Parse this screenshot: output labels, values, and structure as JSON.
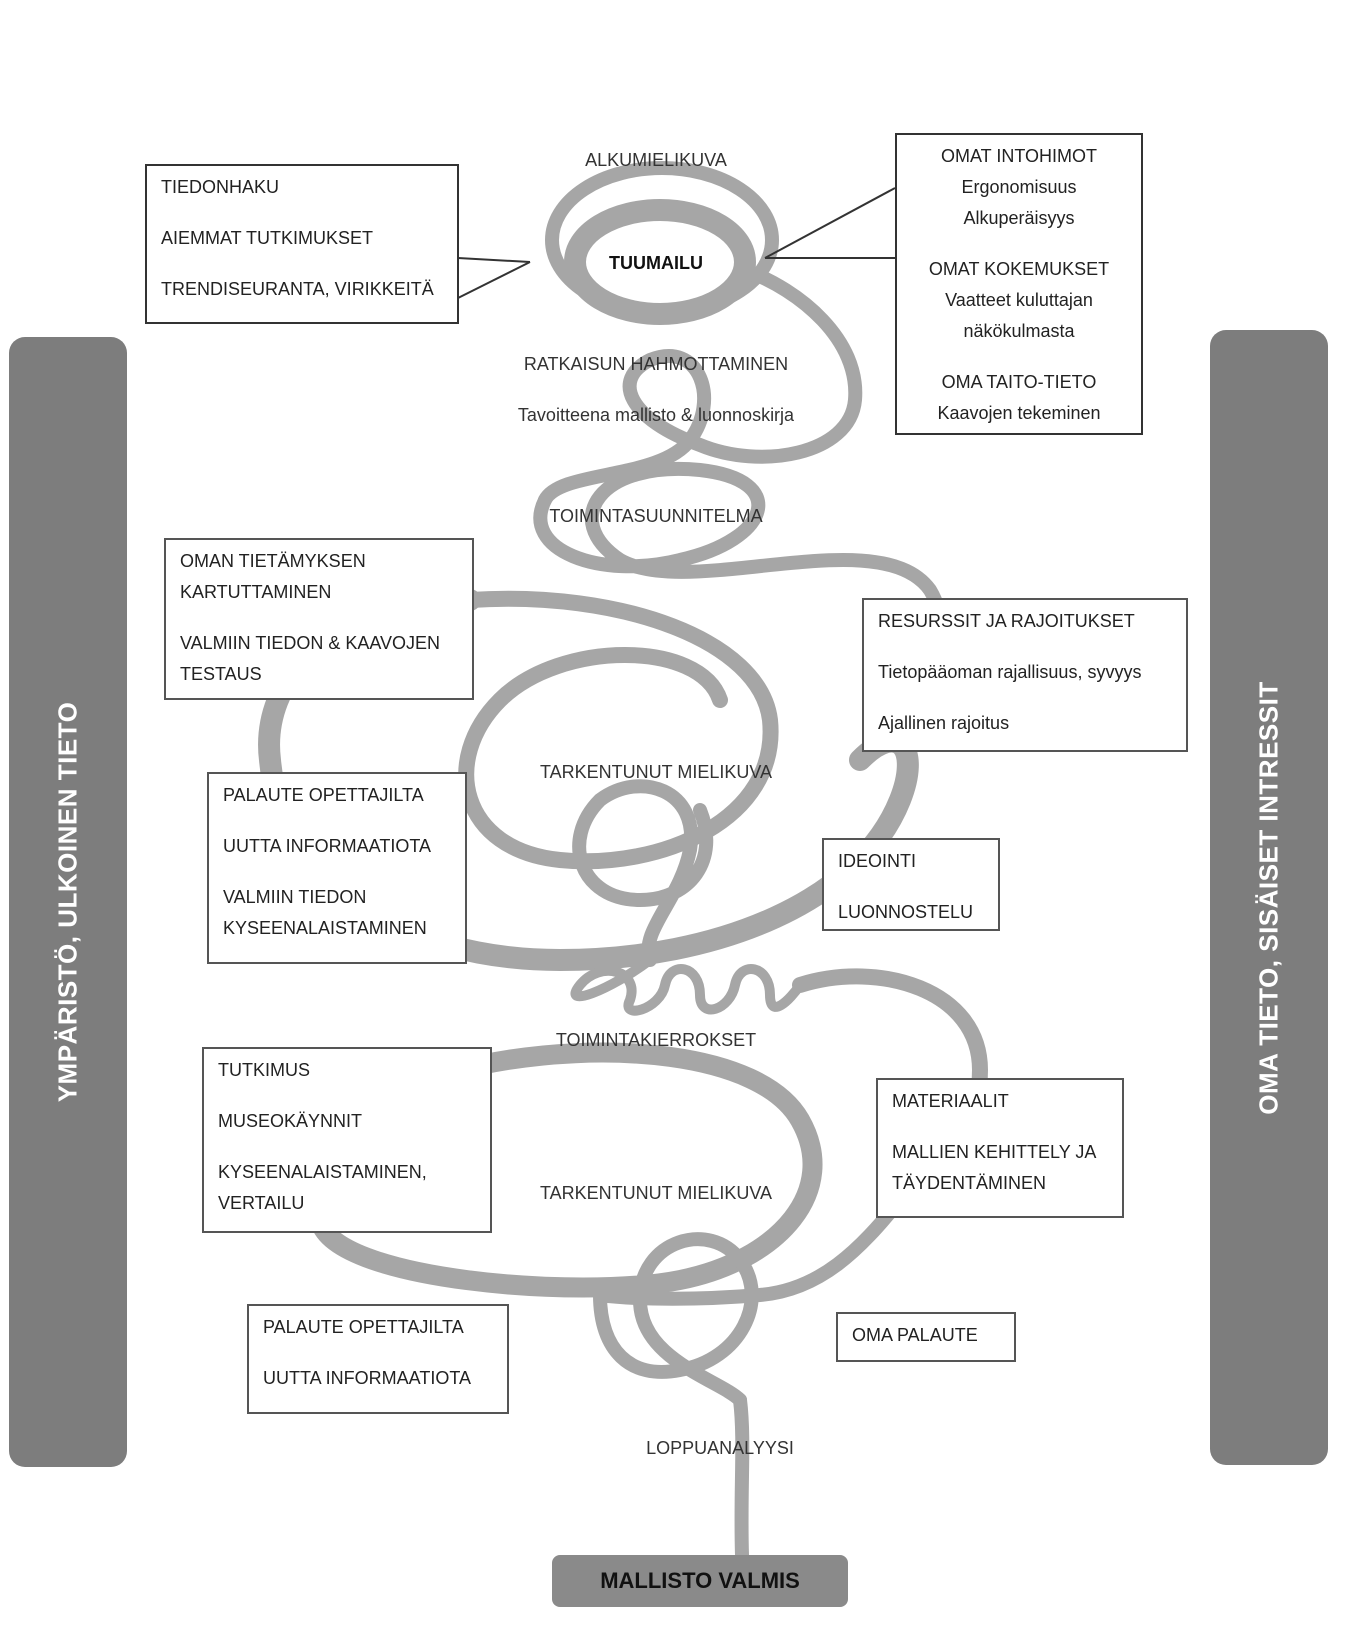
{
  "sidebars": {
    "left": "YMPÄRISTÖ, ULKOINEN TIETO",
    "right": "OMA TIETO, SISÄISET INTRESSIT"
  },
  "stages": {
    "alkumielikuva": "ALKUMIELIKUVA",
    "tuumailu": "TUUMAILU",
    "ratkaisun_hahmottaminen": "RATKAISUN HAHMOTTAMINEN",
    "tavoitteena": "Tavoitteena mallisto & luonnoskirja",
    "toimintasuunnitelma": "TOIMINTASUUNNITELMA",
    "tarkentunut_1": "TARKENTUNUT MIELIKUVA",
    "toimintakierrokset": "TOIMINTAKIERROKSET",
    "tarkentunut_2": "TARKENTUNUT MIELIKUVA",
    "loppuanalyysi": "LOPPUANALYYSI",
    "mallisto_valmis": "MALLISTO VALMIS"
  },
  "boxes": {
    "tiedonhaku": [
      "TIEDONHAKU",
      "AIEMMAT TUTKIMUKSET",
      "TRENDISEURANTA, VIRIKKEITÄ"
    ],
    "omat": [
      "OMAT INTOHIMOT",
      "Ergonomisuus",
      "Alkuperäisyys",
      "OMAT KOKEMUKSET",
      "Vaatteet kuluttajan",
      "näkökulmasta",
      "OMA TAITO-TIETO",
      "Kaavojen tekeminen"
    ],
    "oman_tietamyksen": [
      "OMAN TIETÄMYKSEN",
      "KARTUTTAMINEN",
      "VALMIIN TIEDON & KAAVOJEN",
      "TESTAUS"
    ],
    "resurssit": [
      "RESURSSIT JA RAJOITUKSET",
      "Tietopääoman rajallisuus, syvyys",
      "Ajallinen rajoitus"
    ],
    "palaute_1": [
      "PALAUTE OPETTAJILTA",
      "UUTTA INFORMAATIOTA",
      "VALMIIN TIEDON",
      "KYSEENALAISTAMINEN"
    ],
    "ideointi": [
      "IDEOINTI",
      "LUONNOSTELU"
    ],
    "tutkimus": [
      "TUTKIMUS",
      "MUSEOKÄYNNIT",
      "KYSEENALAISTAMINEN,",
      "VERTAILU"
    ],
    "materiaalit": [
      "MATERIAALIT",
      "MALLIEN KEHITTELY JA",
      "TÄYDENTÄMINEN"
    ],
    "palaute_2": [
      "PALAUTE OPETTAJILTA",
      "UUTTA INFORMAATIOTA"
    ],
    "oma_palaute": [
      "OMA PALAUTE"
    ]
  },
  "colors": {
    "spiral": "#a6a6a6",
    "sidebar": "#7d7d7d",
    "final": "#8a8a8a"
  }
}
